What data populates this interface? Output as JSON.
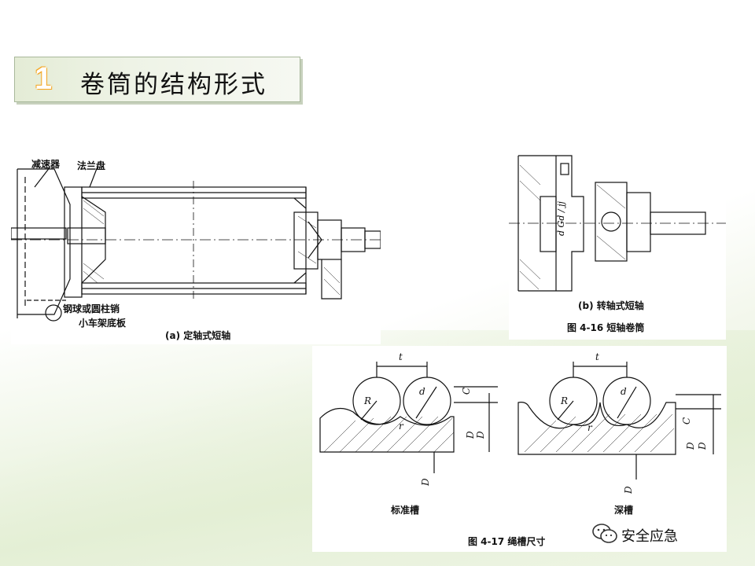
{
  "title": {
    "number": "1",
    "text": "卷筒的结构形式"
  },
  "fig16": {
    "labels": {
      "reducer": "减速器",
      "flange": "法兰盘",
      "pin": "钢球或圆柱销",
      "base": "小车架底板"
    },
    "sub_a": "(a) 定轴式短轴",
    "sub_b": "(b) 转轴式短轴",
    "caption": "图 4-16    短轴卷筒"
  },
  "fig17": {
    "standard": "标准槽",
    "deep": "深槽",
    "caption": "图 4-17    绳槽尺寸"
  },
  "watermark": {
    "text": "安全应急",
    "icon": "wechat-icon"
  }
}
